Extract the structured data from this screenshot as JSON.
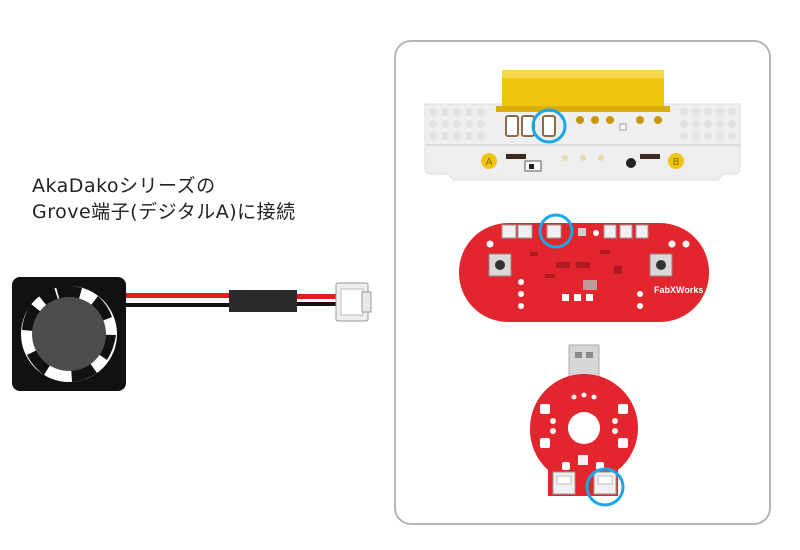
{
  "caption": {
    "line1": "AkaDakoシリーズの",
    "line2": "Grove端子(デジタルA)に接続"
  },
  "boards": {
    "studuino_port_a": "A",
    "studuino_port_b": "B",
    "akadako_brand": "FabXWorks"
  },
  "colors": {
    "board_red": "#e3262d",
    "highlight_ring": "#1aa6e8",
    "wire_red": "#e02020",
    "wire_black": "#111111",
    "connector_yellow": "#f1c40f",
    "panel_border": "#b5b5b5"
  },
  "icons": {
    "fan": "cooling-fan-icon",
    "highlight": "highlight-circle-icon"
  }
}
